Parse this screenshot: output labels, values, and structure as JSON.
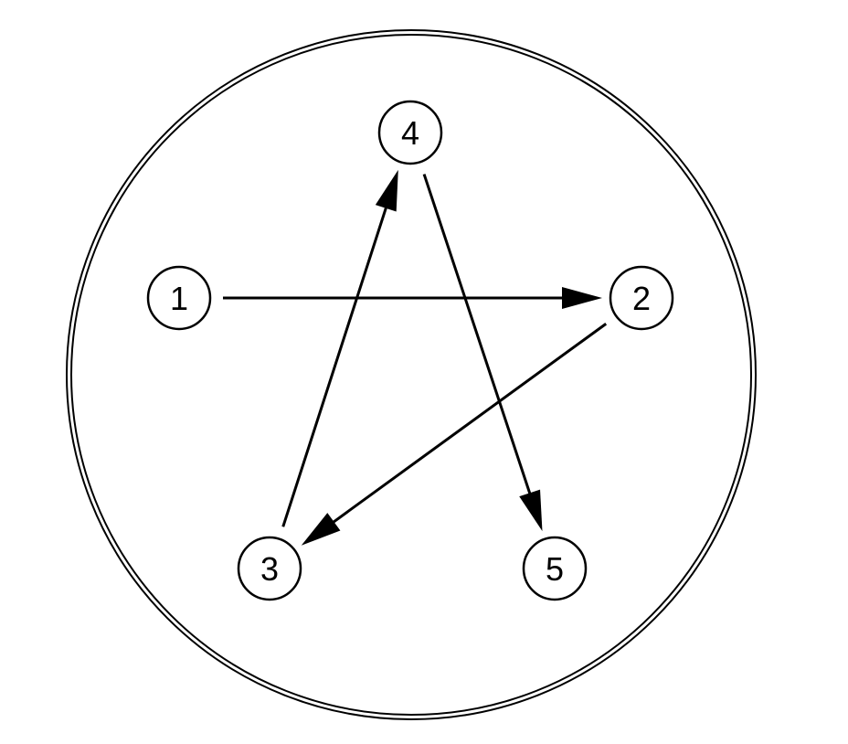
{
  "colors": {
    "stroke": "#000000",
    "background": "#ffffff"
  },
  "nodes": [
    {
      "id": "1",
      "label": "1"
    },
    {
      "id": "2",
      "label": "2"
    },
    {
      "id": "3",
      "label": "3"
    },
    {
      "id": "4",
      "label": "4"
    },
    {
      "id": "5",
      "label": "5"
    }
  ],
  "edges": [
    {
      "from": "1",
      "to": "2"
    },
    {
      "from": "2",
      "to": "3"
    },
    {
      "from": "3",
      "to": "4"
    },
    {
      "from": "4",
      "to": "5"
    }
  ]
}
